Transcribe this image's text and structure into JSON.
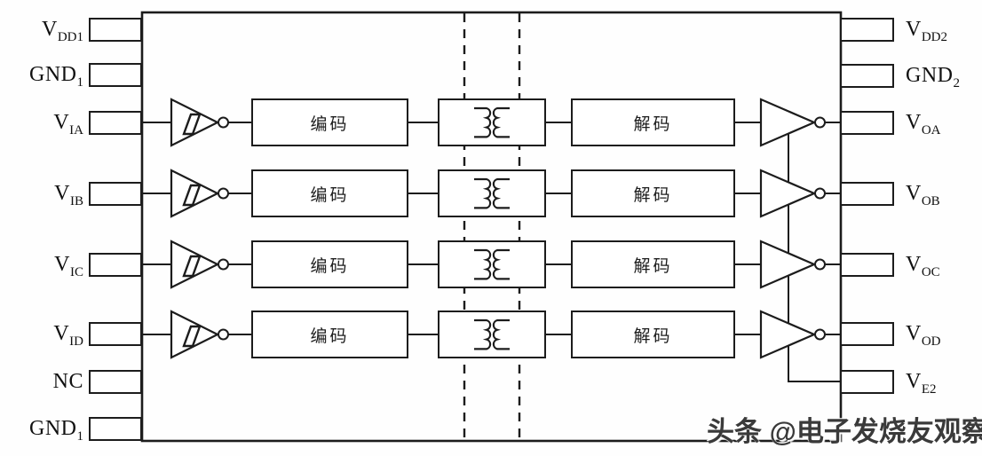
{
  "diagram": {
    "type": "quad-channel-digital-isolator-block-diagram",
    "colors": {
      "line": "#1c1c1c",
      "background": "#fefefe",
      "watermark": "#3a3a3a",
      "block_fill": "#ffffff"
    },
    "pins": {
      "left": [
        {
          "base": "V",
          "sub": "DD1"
        },
        {
          "base": "GND",
          "sub": "1"
        },
        {
          "base": "V",
          "sub": "IA"
        },
        {
          "base": "V",
          "sub": "IB"
        },
        {
          "base": "V",
          "sub": "IC"
        },
        {
          "base": "V",
          "sub": "ID"
        },
        {
          "base": "NC",
          "sub": ""
        },
        {
          "base": "GND",
          "sub": "1"
        }
      ],
      "right": [
        {
          "base": "V",
          "sub": "DD2"
        },
        {
          "base": "GND",
          "sub": "2"
        },
        {
          "base": "V",
          "sub": "OA"
        },
        {
          "base": "V",
          "sub": "OB"
        },
        {
          "base": "V",
          "sub": "OC"
        },
        {
          "base": "V",
          "sub": "OD"
        },
        {
          "base": "V",
          "sub": "E2"
        }
      ]
    },
    "channels": [
      {
        "encoder_label": "编码",
        "decoder_label": "解码"
      },
      {
        "encoder_label": "编码",
        "decoder_label": "解码"
      },
      {
        "encoder_label": "编码",
        "decoder_label": "解码"
      },
      {
        "encoder_label": "编码",
        "decoder_label": "解码"
      }
    ],
    "watermark": "头条 @电子发烧友观察"
  }
}
